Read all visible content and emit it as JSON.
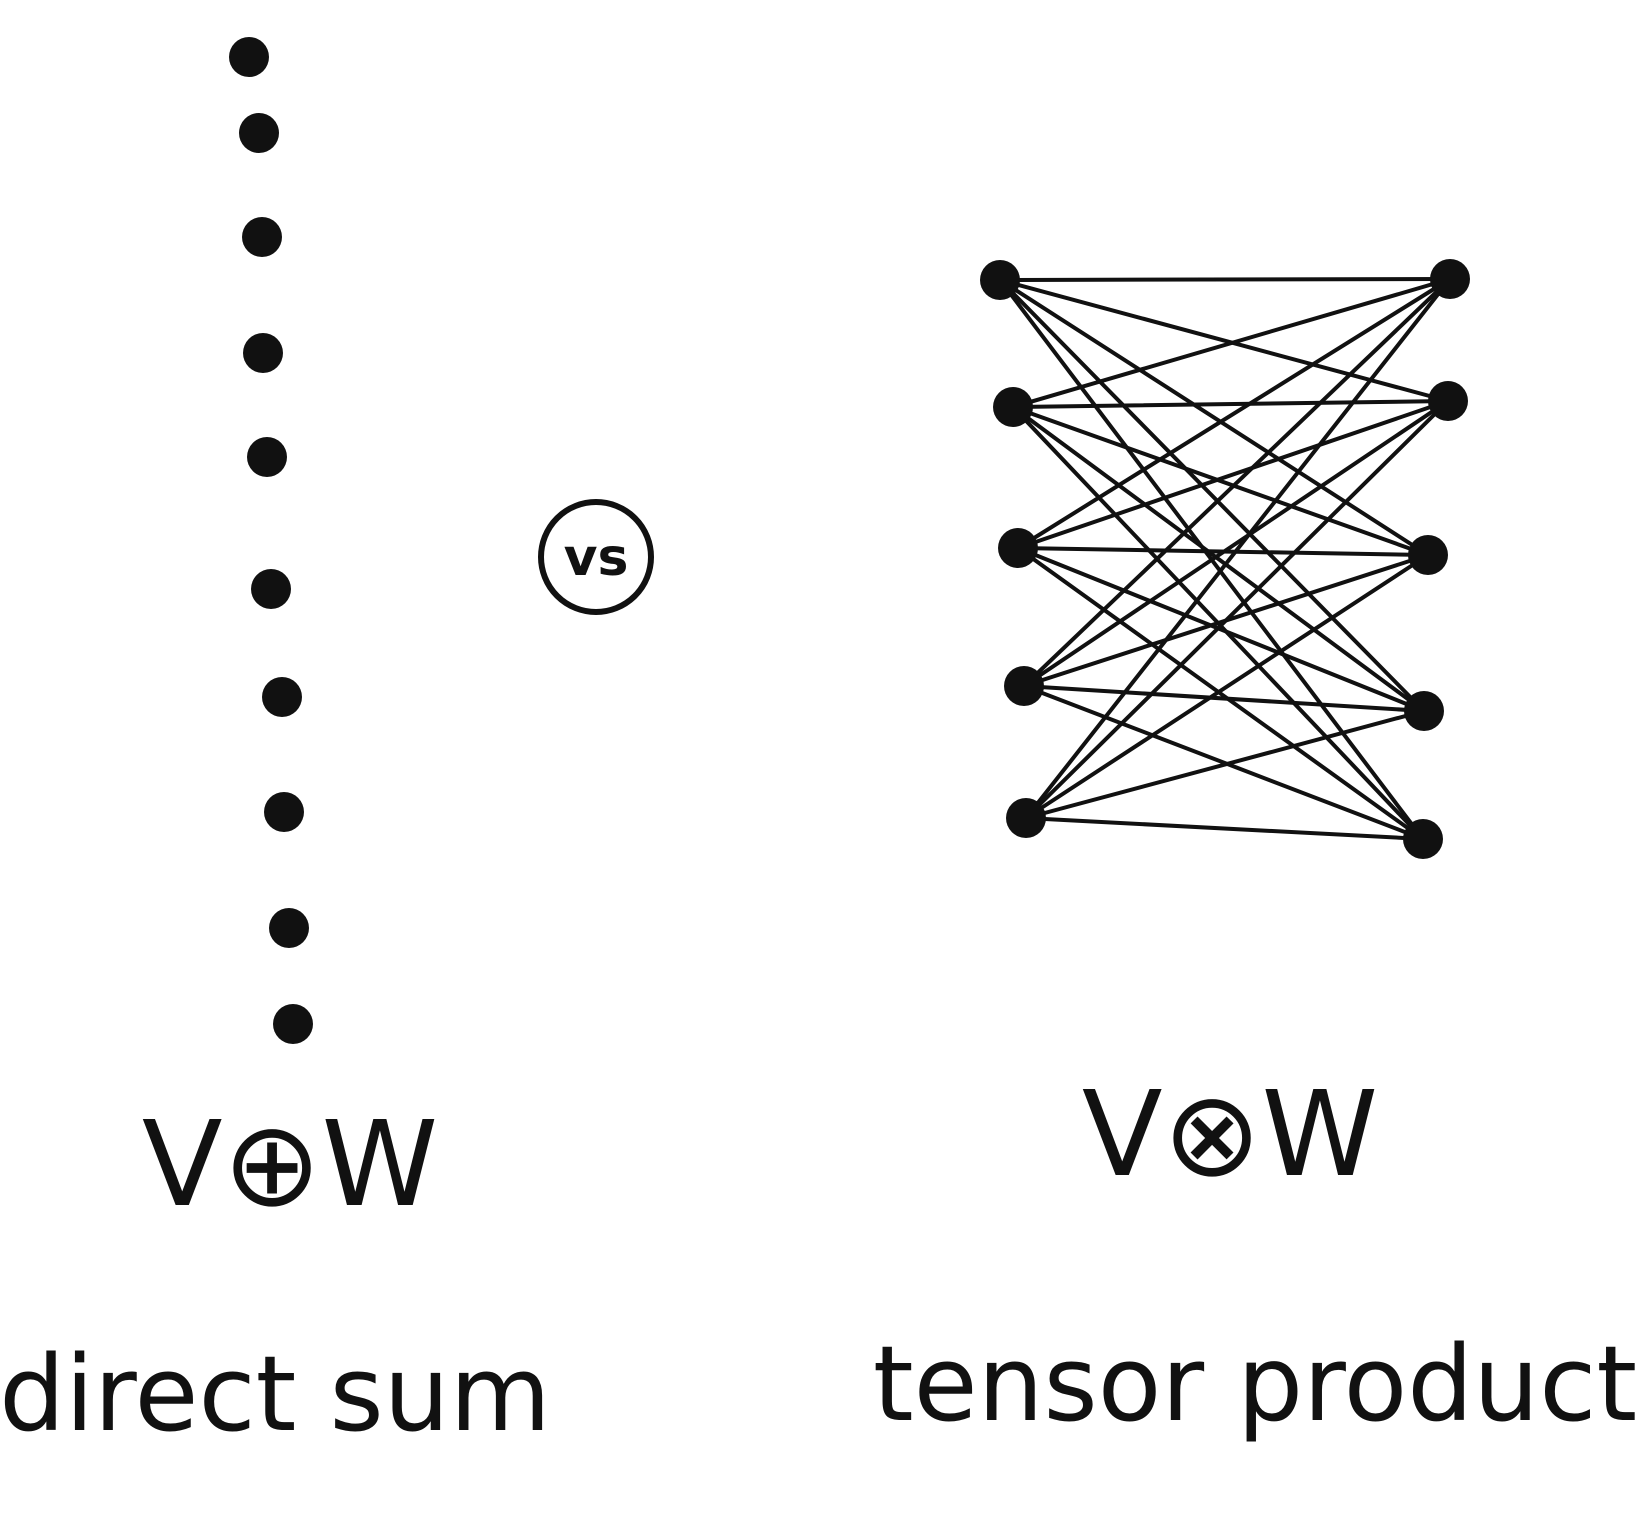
{
  "left_panel": {
    "formula": "V⊕W",
    "caption": "direct sum",
    "dot_count": 10
  },
  "center": {
    "vs_label": "vs"
  },
  "right_panel": {
    "formula": "V⊗W",
    "caption": "tensor product",
    "left_column_count": 5,
    "right_column_count": 5,
    "connection": "complete bipartite"
  },
  "colors": {
    "ink": "#111111",
    "background": "#ffffff"
  }
}
